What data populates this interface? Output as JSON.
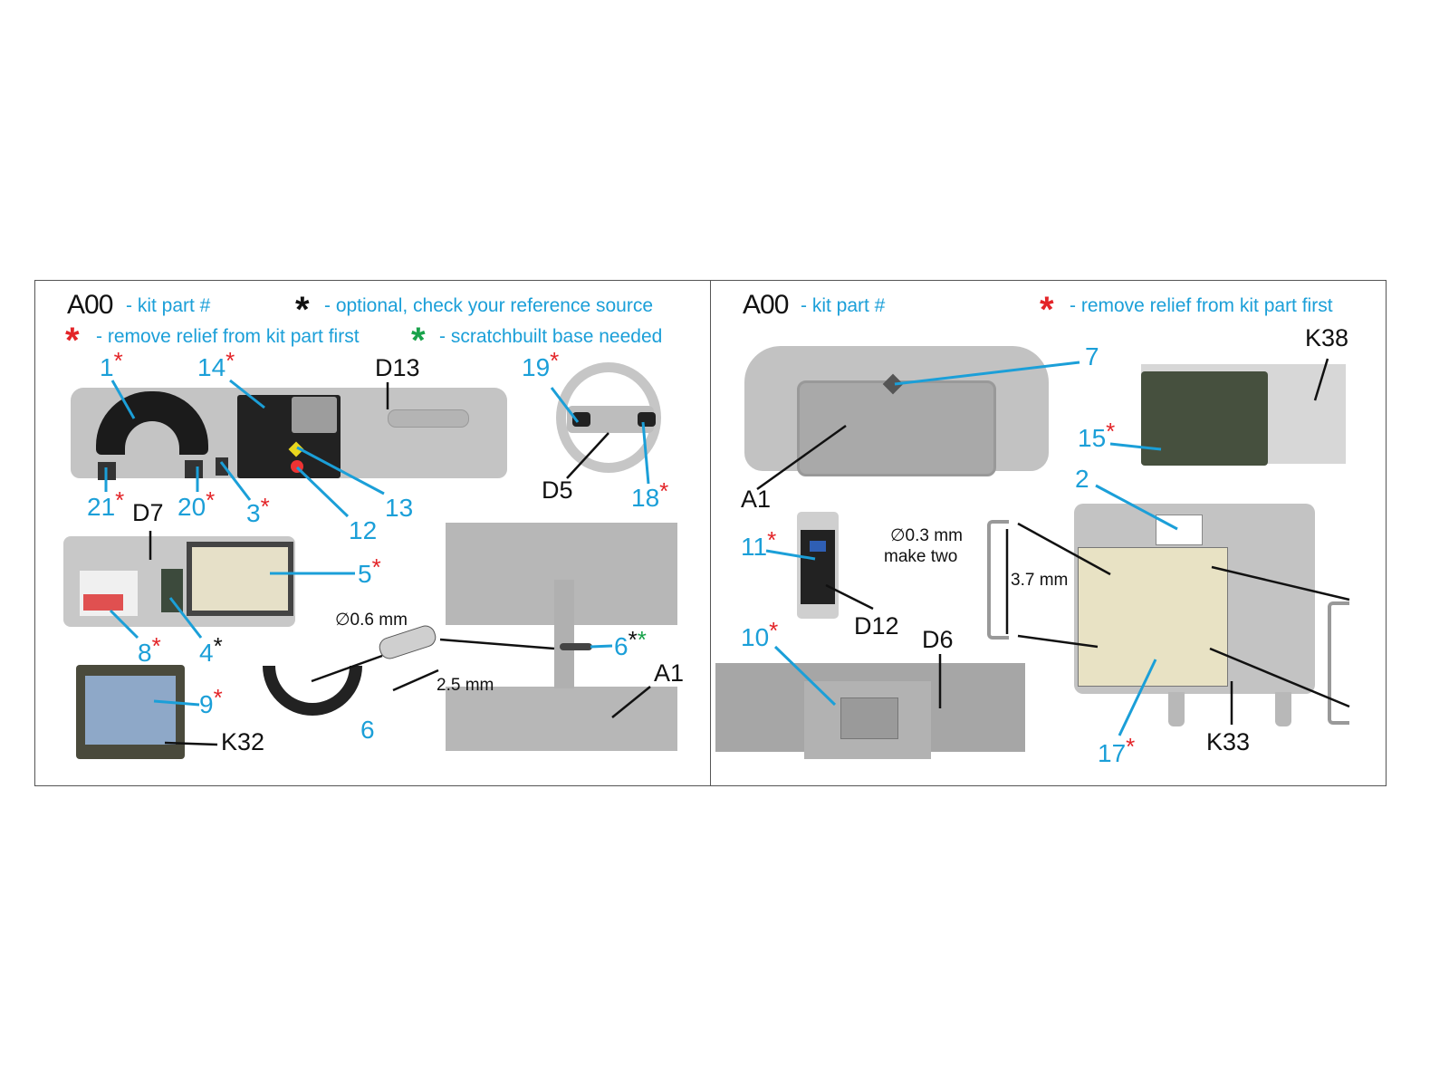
{
  "left_panel": {
    "legend": {
      "kit_code": "A00",
      "kit_label": "- kit part #",
      "optional_label": "- optional, check your reference source",
      "remove_label": "- remove relief from kit part first",
      "scratch_label": "- scratchbuilt base needed",
      "star": "*"
    },
    "callouts": {
      "c1": "1",
      "c14": "14",
      "c19": "19",
      "c21": "21",
      "c20": "20",
      "c3": "3",
      "c12": "12",
      "c13": "13",
      "c18": "18",
      "c5": "5",
      "c8": "8",
      "c4": "4",
      "c9": "9",
      "c6a": "6",
      "c6b": "6"
    },
    "parts": {
      "d13": "D13",
      "d5": "D5",
      "d7": "D7",
      "a1": "A1",
      "k32": "K32"
    },
    "dimensions": {
      "diameter": "∅0.6 mm",
      "length": "2.5 mm"
    }
  },
  "right_panel": {
    "legend": {
      "kit_code": "A00",
      "kit_label": "- kit part #",
      "remove_label": "- remove relief from kit part first",
      "star": "*"
    },
    "callouts": {
      "c7": "7",
      "c15": "15",
      "c2": "2",
      "c11": "11",
      "c10": "10",
      "c17": "17"
    },
    "parts": {
      "k38": "K38",
      "a1": "A1",
      "d12": "D12",
      "d6": "D6",
      "k33": "K33"
    },
    "dimensions": {
      "diameter": "∅0.3 mm",
      "note": "make two",
      "length": "3.7 mm"
    }
  },
  "colors": {
    "callout_blue": "#1b9fd8",
    "star_red": "#e32428",
    "star_green": "#18a24a",
    "star_black": "#111111"
  }
}
